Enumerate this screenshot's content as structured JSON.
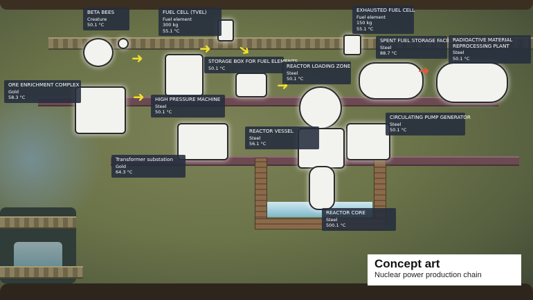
{
  "tooltips": {
    "beta_bees": {
      "title": "BETA BEES",
      "lines": [
        "Creature",
        "50.1 °C"
      ]
    },
    "fuel_cell": {
      "title": "FUEL CELL (TVEL)",
      "lines": [
        "Fuel element",
        "300 kg",
        "55.1 °C"
      ]
    },
    "exhausted_fuel_cell": {
      "title": "EXHAUSTED FUEL CELL",
      "lines": [
        "Fuel element",
        "150 kg",
        "55.1 °C"
      ]
    },
    "storage_box": {
      "title": "STORAGE BOX FOR FUEL ELEMENTS",
      "lines": [
        "50.1 °C"
      ]
    },
    "spent_fuel_storage": {
      "title": "SPENT FUEL STORAGE FACILITY",
      "lines": [
        "Steel",
        "88.7 °C"
      ]
    },
    "radioactive_reprocessing": {
      "title": "RADIOACTIVE MATERIAL REPROCESSING PLANT",
      "lines": [
        "Steel",
        "50.1 °C"
      ]
    },
    "ore_enrichment": {
      "title": "ORE ENRICHMENT COMPLEX",
      "lines": [
        "Gold",
        "58.3 °C"
      ]
    },
    "reactor_loading_zone": {
      "title": "REACTOR LOADING ZONE",
      "lines": [
        "Steel",
        "50.1 °C"
      ]
    },
    "high_pressure_machine": {
      "title": "HIGH PRESSURE MACHINE",
      "lines": [
        "Steel",
        "50.1 °C"
      ]
    },
    "circulating_pump": {
      "title": "CIRCULATING PUMP GENERATOR",
      "lines": [
        "Steel",
        "50.1 °C"
      ]
    },
    "reactor_vessel": {
      "title": "REACTOR VESSEL",
      "lines": [
        "Steel",
        "56.1 °C"
      ]
    },
    "transformer_substation": {
      "title": "Transformer substation",
      "lines": [
        "Gold",
        "64.3 °C"
      ]
    },
    "reactor_core": {
      "title": "REACTOR CORE",
      "lines": [
        "Steel",
        "500.1 °C"
      ]
    }
  },
  "caption": {
    "title": "Concept art",
    "subtitle": "Nuclear power production chain"
  },
  "colors": {
    "tooltip_bg": "#242e3e",
    "warning_text": "#e06a4e",
    "arrow_yellow": "#f2e02c",
    "arrow_red": "#e25a3b",
    "caption_bg": "#ffffff"
  }
}
